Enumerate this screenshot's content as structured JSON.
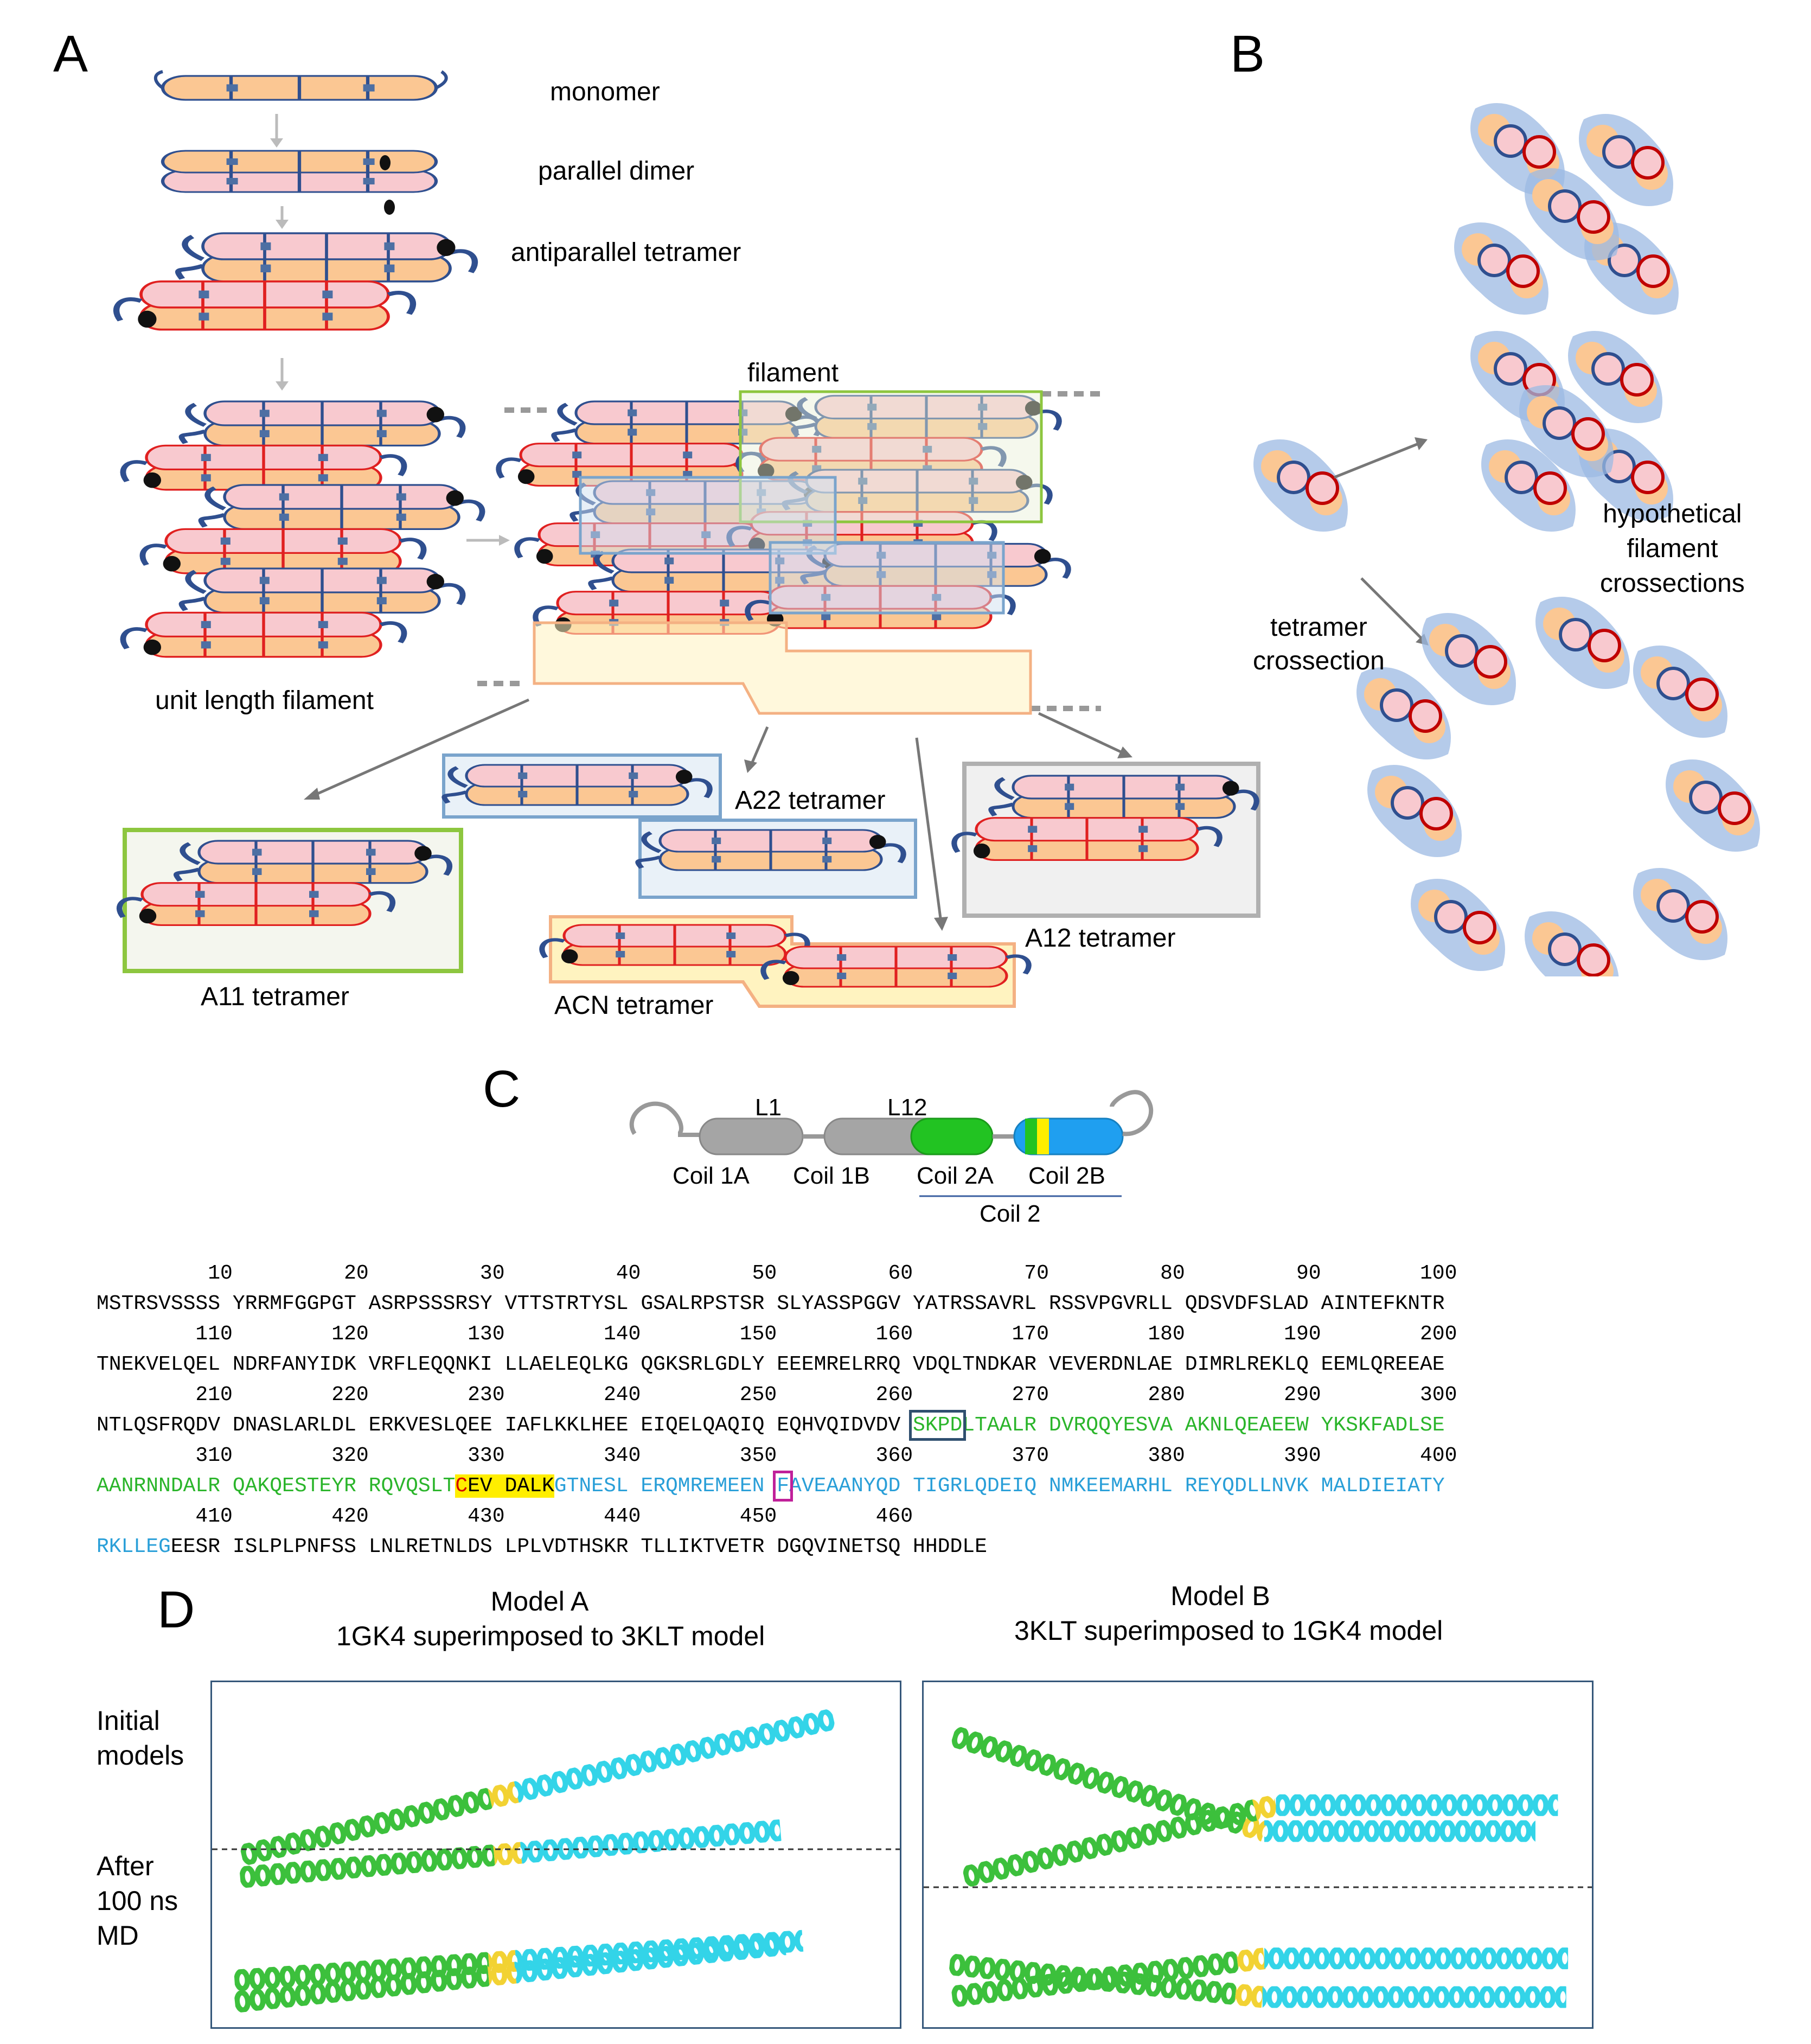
{
  "panels": {
    "a": "A",
    "b": "B",
    "c": "C",
    "d": "D"
  },
  "panel_a": {
    "monomer": "monomer",
    "parallel_dimer": "parallel dimer",
    "antiparallel_tetramer": "antiparallel tetramer",
    "unit_length_filament": "unit length filament",
    "filament": "filament",
    "a22_tetramer": "A22 tetramer",
    "a11_tetramer": "A11 tetramer",
    "acn_tetramer": "ACN tetramer",
    "a12_tetramer": "A12 tetramer"
  },
  "panel_b": {
    "tetramer_crossection": [
      "tetramer",
      "crossection"
    ],
    "hypothetical": [
      "hypothetical",
      "filament",
      "crossections"
    ]
  },
  "panel_c": {
    "l1": "L1",
    "l12": "L12",
    "coil_1a": "Coil 1A",
    "coil_1b": "Coil 1B",
    "coil_2a": "Coil 2A",
    "coil_2b": "Coil 2B",
    "coil_2": "Coil 2",
    "sequence_rows": [
      {
        "numbers": "         10         20         30         40         50         60         70         80         90        100",
        "segments": [
          {
            "text": "MSTRSVSSSS YRRMFGGPGT ASRPSSSRSY VTTSTRTYSL GSALRPSTSR SLYASSPGGV YATRSSAVRL RSSVPGVRLL QDSVDFSLAD AINTEFKNTR",
            "style": ""
          }
        ]
      },
      {
        "numbers": "        110        120        130        140        150        160        170        180        190        200",
        "segments": [
          {
            "text": "TNEKVELQEL NDRFANYIDK VRFLEQQNKI LLAELEQLKG QGKSRLGDLY EEEMRELRRQ VDQLTNDKAR VEVERDNLAE DIMRLREKLQ EEMLQREEAE",
            "style": ""
          }
        ]
      },
      {
        "numbers": "        210        220        230        240        250        260        270        280        290        300",
        "segments": [
          {
            "text": "NTLQSFRQDV DNASLARLDL ERKVESLQEE IAFLKKLHEE EIQELQAQIQ EQHVQIDVDV ",
            "style": ""
          },
          {
            "text": "SKPD",
            "style": "g boxblue"
          },
          {
            "text": "LTAALR DVRQQYESVA AKNLQEAEEW YKSKFADLSE",
            "style": "g"
          }
        ]
      },
      {
        "numbers": "        310        320        330        340        350        360        370        380        390        400",
        "segments": [
          {
            "text": "AANRNNDALR QAKQESTEYR RQVQSLT",
            "style": "g"
          },
          {
            "text": "C",
            "style": "hl red"
          },
          {
            "text": "EV DALK",
            "style": "hl"
          },
          {
            "text": "GTNESL ERQMREMEEN ",
            "style": "c"
          },
          {
            "text": "F",
            "style": "c boxmag"
          },
          {
            "text": "AVEAANYQD TIGRLQDEIQ NMKEEMARHL REYQDLLNVK MALDIEIATY",
            "style": "c"
          }
        ]
      },
      {
        "numbers": "        410        420        430        440        450        460",
        "segments": [
          {
            "text": "RKLLEG",
            "style": "c"
          },
          {
            "text": "EESR ISLPLPNFSS LNLRETNLDS LPLVDTHSKR TLLIKTVETR DGQVINETSQ HHDDLE",
            "style": ""
          }
        ]
      }
    ]
  },
  "panel_d": {
    "model_a_title": [
      "Model A",
      "1GK4 superimposed to 3KLT model"
    ],
    "model_b_title": [
      "Model B",
      "3KLT superimposed to 1GK4 model"
    ],
    "initial_models": [
      "Initial",
      "models"
    ],
    "after_md": [
      "After",
      "100 ns",
      "MD"
    ]
  },
  "colors": {
    "orange_helix": "#fbc793",
    "pink_helix": "#f8c9cf",
    "helix_outline_blue": "#2f4f8f",
    "helix_outline_red": "#e02020",
    "coil1_gray": "#a5a5a5",
    "coil2a_green": "#22c322",
    "coil2b_blue": "#1f9ff0",
    "stutter_yellow": "#ffee00",
    "green_box": "#8dc63f",
    "blue_box": "#7aa4cc",
    "orange_box": "#f4b183",
    "gray_box": "#b0b0b0",
    "filament_blob": "#9cb9e3",
    "md_green": "#3cc03c",
    "md_cyan": "#33d4e8",
    "md_yellow": "#f2d233"
  }
}
